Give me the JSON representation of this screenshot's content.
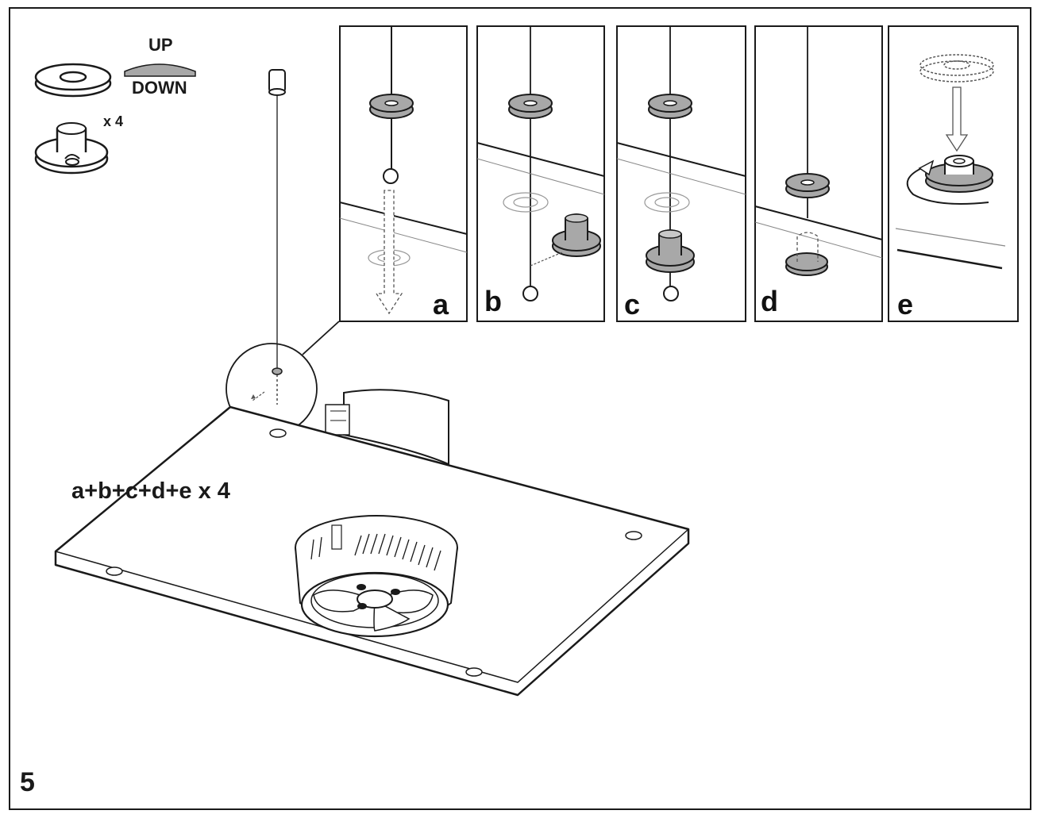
{
  "step_number": "5",
  "legend": {
    "up_label": "UP",
    "down_label": "DOWN",
    "quantity_label": "x 4"
  },
  "instruction_label": "a+b+c+d+e x 4",
  "panels": [
    {
      "letter": "a"
    },
    {
      "letter": "b"
    },
    {
      "letter": "c"
    },
    {
      "letter": "d"
    },
    {
      "letter": "e"
    }
  ],
  "colors": {
    "line": "#1a1a1a",
    "part_fill": "#a8a8a8",
    "dashed": "#555555",
    "background": "#ffffff"
  }
}
